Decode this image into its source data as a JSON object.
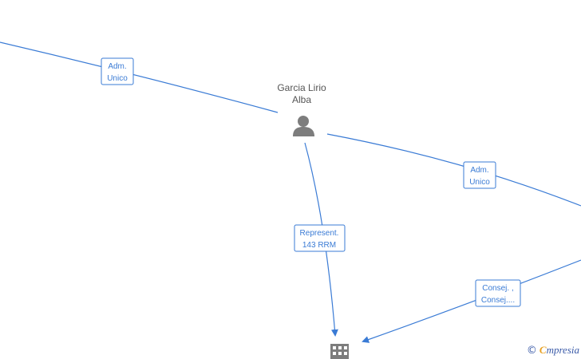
{
  "nodes": {
    "person": {
      "name_line1": "Garcia Lirio",
      "name_line2": "Alba",
      "icon": "person-icon"
    },
    "company": {
      "icon": "building-icon"
    }
  },
  "edges": [
    {
      "id": "edge-adm-unico-left",
      "line1": "Adm.",
      "line2": "Unico"
    },
    {
      "id": "edge-adm-unico-right",
      "line1": "Adm.",
      "line2": "Unico"
    },
    {
      "id": "edge-represent",
      "line1": "Represent.",
      "line2": "143 RRM"
    },
    {
      "id": "edge-consej",
      "line1": "Consej. ,",
      "line2": "Consej...."
    }
  ],
  "watermark": {
    "copyright_symbol": "©",
    "brand_initial": "C",
    "brand_rest": "mpresia"
  },
  "colors": {
    "edge": "#3a7bd5",
    "icon": "#7d7d7d",
    "node_label": "#555555",
    "brand_accent": "#e8a020"
  }
}
